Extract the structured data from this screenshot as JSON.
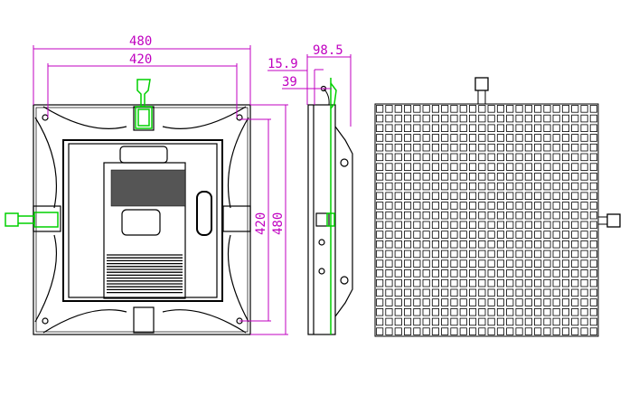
{
  "colors": {
    "dimension": "#c000c0",
    "outline": "#000000",
    "connector": "#00d000"
  },
  "dimensions": {
    "front_width_outer": "480",
    "front_width_inner": "420",
    "front_height_inner": "420",
    "front_height_outer": "480",
    "side_depth": "98.5",
    "side_offset_a": "15.9",
    "side_offset_b": "39"
  }
}
